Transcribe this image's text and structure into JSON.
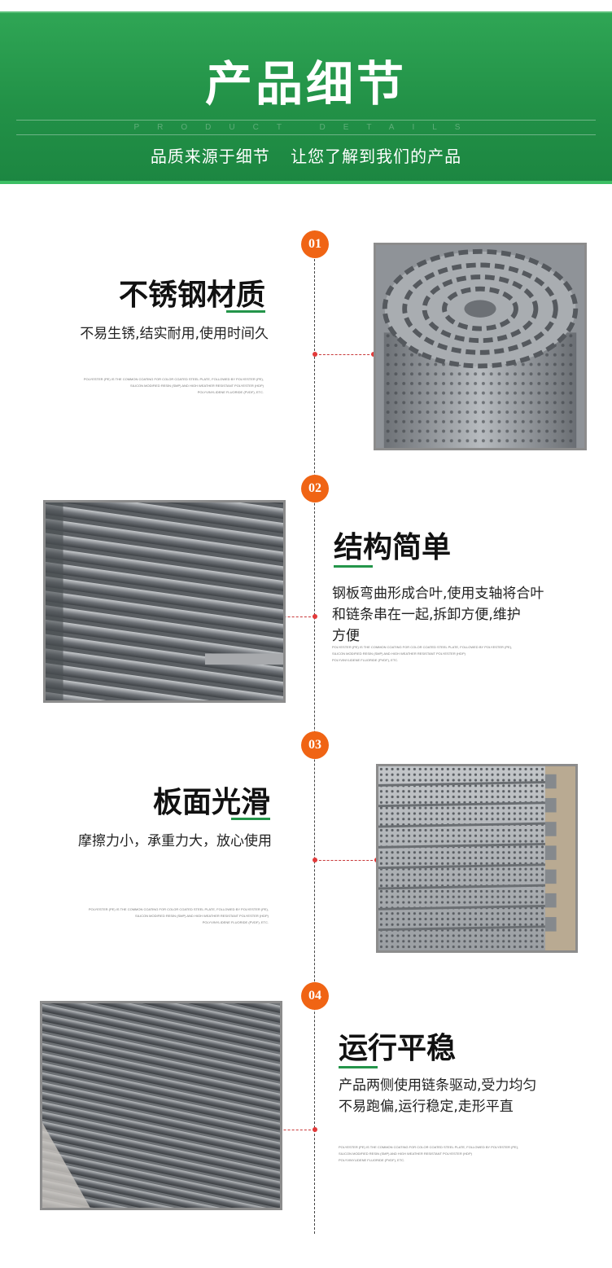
{
  "banner": {
    "title": "产品细节",
    "subtitle_en": "PRODUCT DETAILS",
    "tagline": "品质来源于细节 让您了解到我们的产品"
  },
  "features": [
    {
      "number": "01",
      "title": "不锈钢材质",
      "desc": [
        "不易生锈,结实耐用,使用时间久"
      ],
      "fine_print": [
        "POLYESTER (PE) IS THE COMMON COATING FOR COLOR COATED STEEL PLATE, FOLLOWED BY POLYESTER (PE),",
        "SILICON MODIFIED RESIN (SMP) AND HIGH WEATHER RESISTANT POLYESTER (HDP)",
        "POLYVINYLIDENE FLUORIDE (PVDF), ETC."
      ],
      "image": "stainless-steel-chain-plate-roll-photo"
    },
    {
      "number": "02",
      "title": "结构简单",
      "desc": [
        "钢板弯曲形成合叶,使用支轴将合叶",
        "和链条串在一起,拆卸方便,维护",
        "方便"
      ],
      "fine_print": [
        "POLYESTER (PE) IS THE COMMON COATING FOR COLOR COATED STEEL PLATE, FOLLOWED BY POLYESTER (PE),",
        "SILICON MODIFIED RESIN (SMP) AND HIGH WEATHER RESISTANT POLYESTER (HDP)",
        "POLYVINYLIDENE FLUORIDE (PVDF), ETC."
      ],
      "image": "hinged-chain-plate-structure-photo"
    },
    {
      "number": "03",
      "title": "板面光滑",
      "desc": [
        "摩擦力小，承重力大，放心使用"
      ],
      "fine_print": [
        "POLYESTER (PE) IS THE COMMON COATING FOR COLOR COATED STEEL PLATE, FOLLOWED BY POLYESTER (PE),",
        "SILICON MODIFIED RESIN (SMP) AND HIGH WEATHER RESISTANT POLYESTER (HDP)",
        "POLYVINYLIDENE FLUORIDE (PVDF), ETC."
      ],
      "image": "perforated-plate-surface-photo"
    },
    {
      "number": "04",
      "title": "运行平稳",
      "desc": [
        "产品两侧使用链条驱动,受力均匀",
        "不易跑偏,运行稳定,走形平直"
      ],
      "fine_print": [
        "POLYESTER (PE) IS THE COMMON COATING FOR COLOR COATED STEEL PLATE, FOLLOWED BY POLYESTER (PE),",
        "SILICON MODIFIED RESIN (SMP) AND HIGH WEATHER RESISTANT POLYESTER (HDP)",
        "POLYVINYLIDENE FLUORIDE (PVDF), ETC."
      ],
      "image": "chain-driven-conveyor-belt-photo"
    }
  ],
  "colors": {
    "banner_green": "#229147",
    "accent_orange": "#f06414",
    "underline_green": "#24954a",
    "connector_red": "#c8393a"
  }
}
